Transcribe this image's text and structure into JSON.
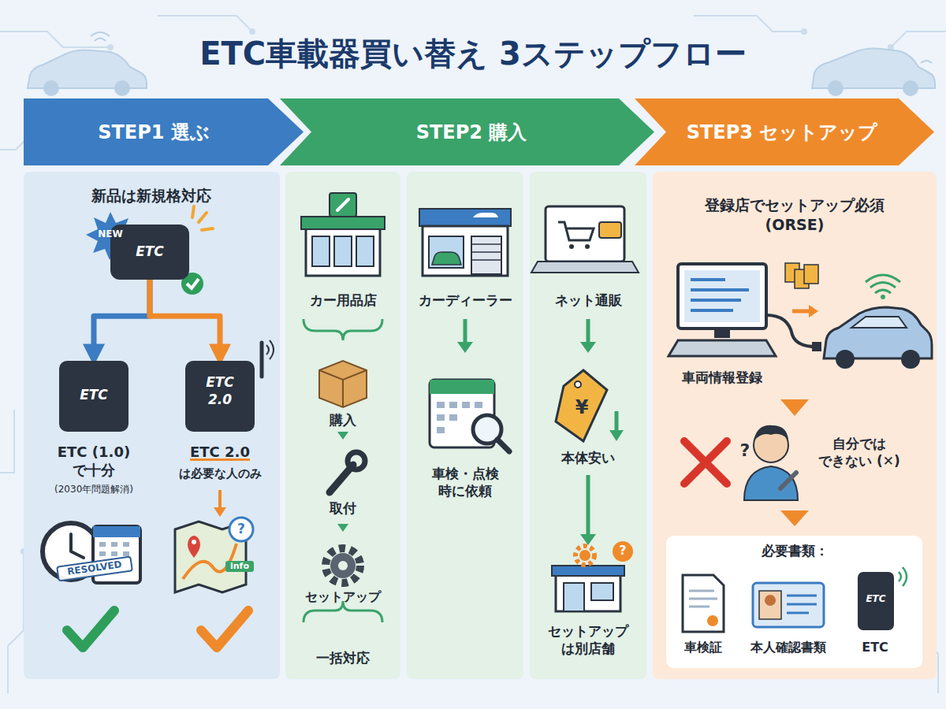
{
  "diagram": {
    "title": "ETC車載器買い替え 3ステップフロー",
    "nodes": [
      {
        "text": [
          "STEP1 選ぶ"
        ]
      },
      {
        "text": [
          "STEP2 購入"
        ]
      },
      {
        "text": [
          "STEP3 セットアップ"
        ]
      },
      {
        "text": [
          "新品は新規格対応"
        ]
      },
      {
        "text": [
          "ETC"
        ],
        "in": 3
      },
      {
        "text": [
          "ETC"
        ],
        "in": 3
      },
      {
        "text": [
          "ETC 2.0"
        ],
        "in": 3
      },
      {
        "text": [
          "カー用品店",
          "購入",
          "取付",
          "セットアップ",
          "一括対応"
        ]
      },
      {
        "text": [
          "カーディーラー",
          "車検・点検 時に依頼"
        ]
      },
      {
        "text": [
          "ネット通販",
          "本体安い",
          "セットアップ は別店舗"
        ]
      },
      {
        "text": [
          "登録店でセットアップ必須 (ORSE)",
          "車両情報登録",
          "自分では できない (✕)"
        ]
      },
      {
        "text": [
          "必要書類：",
          "車検証",
          "本人確認書類",
          "ETC"
        ],
        "in": 10
      },
      {
        "text": [
          "ETC"
        ],
        "in": 11
      }
    ],
    "edges": [
      {
        "from": 4,
        "to": 5,
        "arrow": "to"
      },
      {
        "from": 4,
        "to": 6,
        "arrow": "to"
      }
    ],
    "labels": [
      "NEW",
      "ETC (1.0) で十分",
      "(2030年問題解消)",
      "ETC 2.0",
      "は必要な人のみ",
      "RESOLVED",
      "info",
      "?",
      "¥",
      "?",
      "?"
    ]
  }
}
